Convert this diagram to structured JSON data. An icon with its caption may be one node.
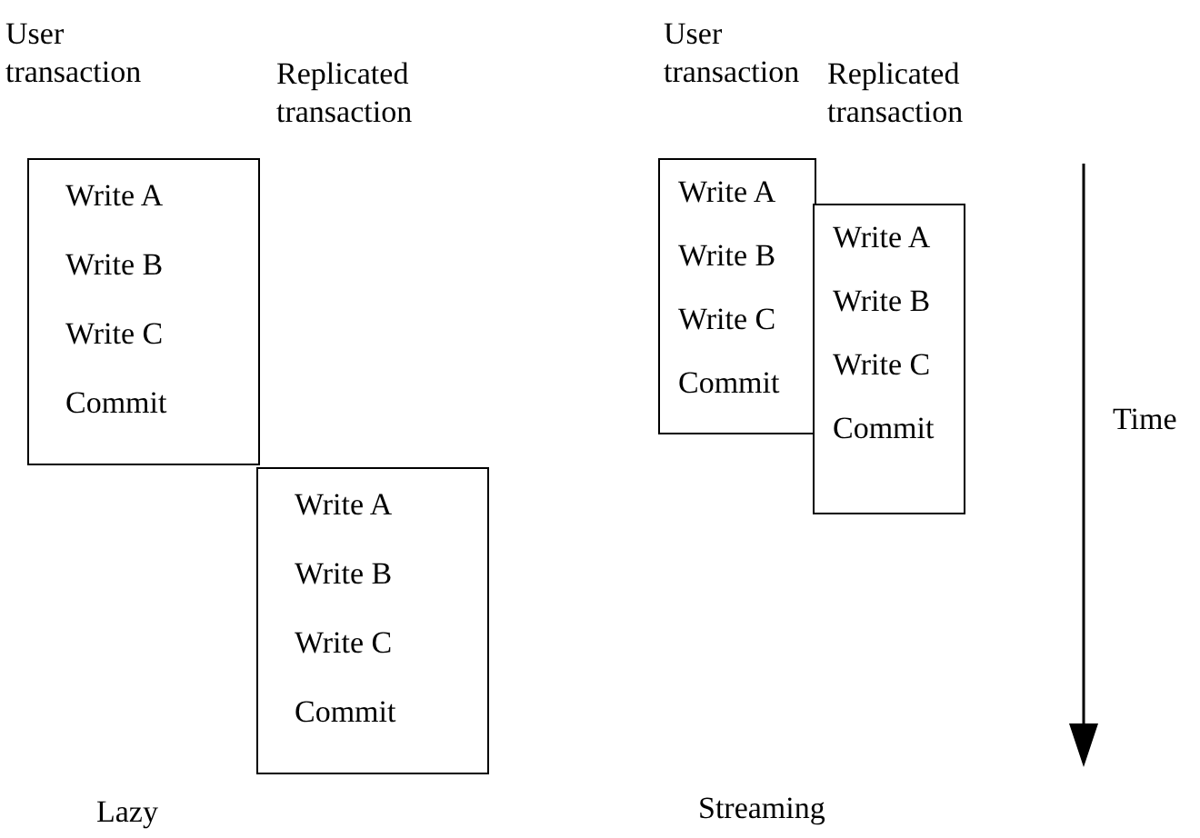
{
  "diagram": {
    "nodes": [
      {
        "text": [
          "Write A",
          "Write B",
          "Write C",
          "Commit"
        ]
      },
      {
        "text": [
          "Write A",
          "Write B",
          "Write C",
          "Commit"
        ]
      },
      {
        "text": [
          "Write A",
          "Write B",
          "Write C",
          "Commit"
        ]
      },
      {
        "text": [
          "Write A",
          "Write B",
          "Write C",
          "Commit"
        ]
      }
    ],
    "labels": [
      "User transaction",
      "Replicated transaction",
      "User transaction",
      "Replicated transaction",
      "Time",
      "Lazy",
      "Streaming"
    ]
  }
}
